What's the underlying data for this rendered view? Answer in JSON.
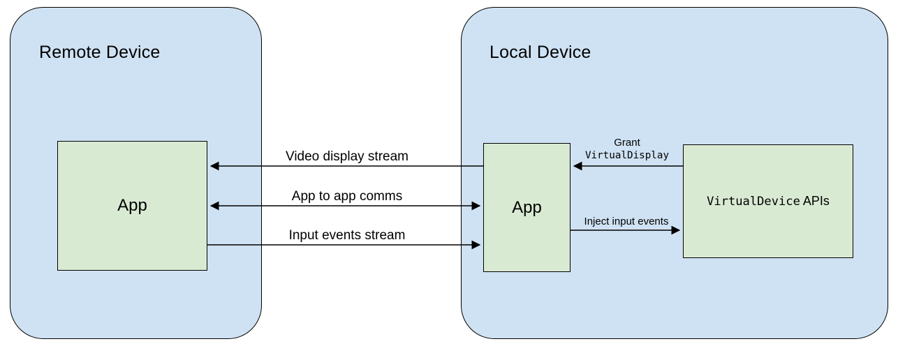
{
  "remote_device": {
    "title": "Remote Device",
    "app_label": "App"
  },
  "local_device": {
    "title": "Local Device",
    "app_label": "App",
    "api_label_mono": "VirtualDevice",
    "api_label_rest": " APIs"
  },
  "arrows": {
    "video_display": "Video display stream",
    "app_comms": "App to app comms",
    "input_events": "Input events stream",
    "grant_line1": "Grant",
    "grant_line2": "VirtualDisplay",
    "inject": "Inject input events"
  },
  "colors": {
    "device_fill": "#cfe2f3",
    "box_fill": "#d9ead3",
    "stroke": "#000000"
  }
}
